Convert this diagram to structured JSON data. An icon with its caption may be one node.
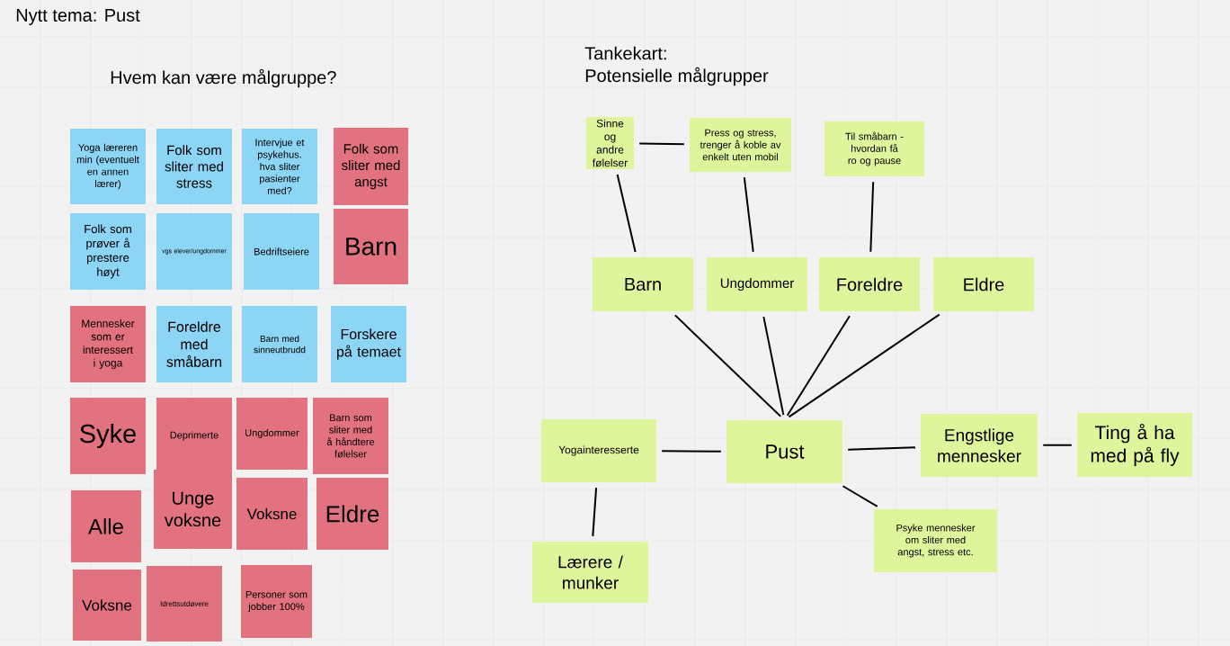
{
  "diagram": {
    "title": "Nytt tema: Pust",
    "nodes": [
      {
        "text": [
          "Yoga læreren min (eventuelt en annen lærer)"
        ]
      },
      {
        "text": [
          "Folk som sliter med stress"
        ]
      },
      {
        "text": [
          "Intervjue et psykehus. hva sliter pasienter med?"
        ]
      },
      {
        "text": [
          "Folk som sliter med angst"
        ]
      },
      {
        "text": [
          "Folk som prøver å prestere høyt"
        ]
      },
      {
        "text": [
          "vgs elever/ungdommer"
        ]
      },
      {
        "text": [
          "Bedriftseiere"
        ]
      },
      {
        "text": [
          "Barn"
        ]
      },
      {
        "text": [
          "Mennesker som er interessert i yoga"
        ]
      },
      {
        "text": [
          "Foreldre med småbarn"
        ]
      },
      {
        "text": [
          "Barn med sinneutbrudd"
        ]
      },
      {
        "text": [
          "Forskere på temaet"
        ]
      },
      {
        "text": [
          "Syke"
        ]
      },
      {
        "text": [
          "Deprimerte"
        ]
      },
      {
        "text": [
          "Ungdommer"
        ]
      },
      {
        "text": [
          "Barn som sliter med å håndtere følelser"
        ]
      },
      {
        "text": [
          "Alle"
        ]
      },
      {
        "text": [
          "Unge voksne"
        ]
      },
      {
        "text": [
          "Voksne"
        ]
      },
      {
        "text": [
          "Eldre"
        ]
      },
      {
        "text": [
          "Voksne"
        ]
      },
      {
        "text": [
          "Idrettsutdøvere"
        ]
      },
      {
        "text": [
          "Personer som jobber 100%"
        ]
      },
      {
        "text": [
          "Sinne og andre følelser"
        ]
      },
      {
        "text": [
          "Press og stress, trenger å koble av enkelt uten mobil"
        ]
      },
      {
        "text": [
          "Til småbarn - hvordan få ro og pause"
        ]
      },
      {
        "text": [
          "Barn"
        ]
      },
      {
        "text": [
          "Ungdommer"
        ]
      },
      {
        "text": [
          "Foreldre"
        ]
      },
      {
        "text": [
          "Eldre"
        ]
      },
      {
        "text": [
          "Pust"
        ]
      },
      {
        "text": [
          "Yogainteresserte"
        ]
      },
      {
        "text": [
          "Engstlige mennesker"
        ]
      },
      {
        "text": [
          "Ting å ha med på fly"
        ]
      },
      {
        "text": [
          "Lærere / munker"
        ]
      },
      {
        "text": [
          "Psyke mennesker om sliter med angst, stress etc."
        ]
      }
    ],
    "edges": [
      {
        "from": 23,
        "to": 24,
        "arrow": "none"
      },
      {
        "from": 23,
        "to": 26,
        "arrow": "none"
      },
      {
        "from": 24,
        "to": 27,
        "arrow": "none"
      },
      {
        "from": 25,
        "to": 28,
        "arrow": "none"
      },
      {
        "from": 26,
        "to": 30,
        "arrow": "none"
      },
      {
        "from": 27,
        "to": 30,
        "arrow": "none"
      },
      {
        "from": 28,
        "to": 30,
        "arrow": "none"
      },
      {
        "from": 29,
        "to": 30,
        "arrow": "none"
      },
      {
        "from": 31,
        "to": 30,
        "arrow": "none"
      },
      {
        "from": 30,
        "to": 32,
        "arrow": "none"
      },
      {
        "from": 32,
        "to": 33,
        "arrow": "none"
      },
      {
        "from": 31,
        "to": 34,
        "arrow": "none"
      },
      {
        "from": 30,
        "to": 35,
        "arrow": "none"
      }
    ],
    "labels": [
      "Hvem kan være målgruppe?",
      "Tankekart:",
      "Potensielle målgrupper"
    ]
  }
}
